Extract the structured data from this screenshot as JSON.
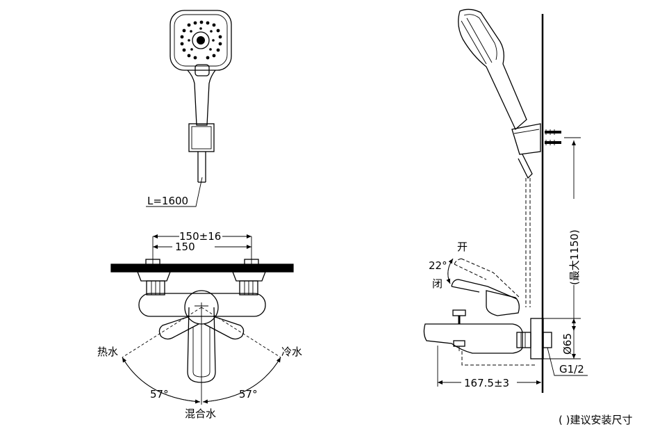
{
  "labels": {
    "hose_length": "L=1600",
    "spacing_range": "150±16",
    "spacing": "150",
    "hot_water": "热水",
    "cold_water": "冷水",
    "mixed_water": "混合水",
    "angle_left": "57°",
    "angle_right": "57°",
    "open": "开",
    "close": "闭",
    "tilt_angle": "22°",
    "max_height": "(最大1150)",
    "diameter": "Ø65",
    "thread": "G1/2",
    "depth": "167.5±3",
    "note": "( )建议安装尺寸"
  }
}
